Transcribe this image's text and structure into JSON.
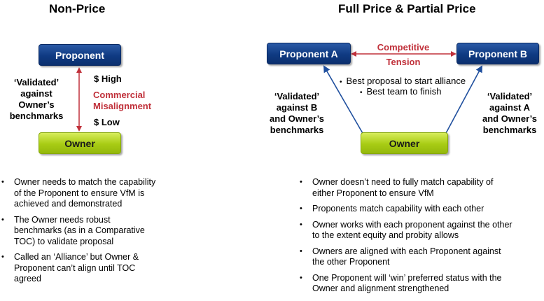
{
  "left": {
    "title": "Non-Price",
    "proponent": "Proponent",
    "owner": "Owner",
    "validated": [
      "‘Validated’",
      "against",
      "Owner’s",
      "benchmarks"
    ],
    "high": "$ High",
    "low": "$ Low",
    "misalignment": [
      "Commercial",
      "Misalignment"
    ],
    "bullets": [
      "Owner needs to match the capability of the Proponent to ensure VfM is achieved and demonstrated",
      "The Owner needs robust benchmarks (as in a Comparative TOC) to validate proposal",
      "Called an ‘Alliance’ but Owner & Proponent can’t align until TOC agreed"
    ]
  },
  "right": {
    "title": "Full Price & Partial Price",
    "proponent_a": "Proponent A",
    "proponent_b": "Proponent B",
    "owner": "Owner",
    "tension": [
      "Competitive",
      "Tension"
    ],
    "notes": [
      "Best proposal to start alliance",
      "Best team to finish"
    ],
    "validated_left": [
      "‘Validated’",
      "against B",
      "and Owner’s",
      "benchmarks"
    ],
    "validated_right": [
      "‘Validated’",
      "against A",
      "and Owner’s",
      "benchmarks"
    ],
    "bullets": [
      "Owner doesn’t need to fully match capability of either Proponent to ensure VfM",
      "Proponents match capability with each other",
      "Owner works with each proponent against the other to the extent equity and probity allows",
      "Owners are aligned with each Proponent against the other Proponent",
      "One Proponent will ‘win’ preferred status with the Owner and alignment strengthened"
    ]
  },
  "colors": {
    "blue_box": "#0f3a82",
    "green_box": "#a8cc14",
    "red_arrow": "#c0303a",
    "blue_arrow": "#1f4f9e"
  }
}
